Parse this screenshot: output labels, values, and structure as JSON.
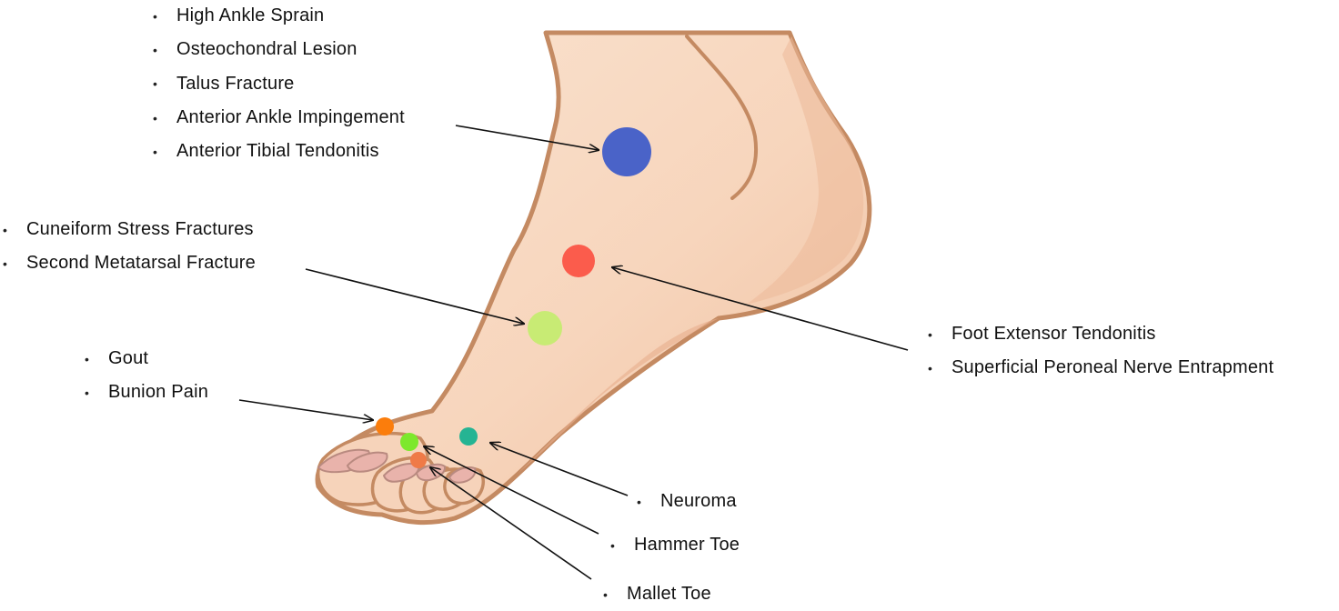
{
  "labels": {
    "ankle_group": [
      "High Ankle Sprain",
      "Osteochondral Lesion",
      "Talus Fracture",
      "Anterior Ankle Impingement",
      "Anterior Tibial Tendonitis"
    ],
    "midfoot_group": [
      "Cuneiform Stress Fractures",
      "Second Metatarsal Fracture"
    ],
    "big_toe_group": [
      "Gout",
      "Bunion Pain"
    ],
    "top_of_foot_group": [
      "Foot Extensor Tendonitis",
      "Superficial Peroneal Nerve Entrapment"
    ],
    "neuroma_group": [
      "Neuroma"
    ],
    "hammer_toe_group": [
      "Hammer Toe"
    ],
    "mallet_toe_group": [
      "Mallet Toe"
    ]
  },
  "bullet_symbol": "•",
  "markers": [
    {
      "id": "ankle",
      "color": "#4a63c8"
    },
    {
      "id": "top-of-foot",
      "color": "#fb5c4c"
    },
    {
      "id": "midfoot",
      "color": "#c8eb74"
    },
    {
      "id": "bunion",
      "color": "#fb7d0c"
    },
    {
      "id": "hammer-toe",
      "color": "#7de82c"
    },
    {
      "id": "mallet-toe",
      "color": "#ef7a47"
    },
    {
      "id": "neuroma",
      "color": "#25b493"
    }
  ],
  "colors": {
    "skin": "#f8d8c0",
    "skin_shadow": "#ecb999",
    "outline": "#c48a62",
    "nail": "#e9b3ab",
    "arrow": "#111111"
  }
}
